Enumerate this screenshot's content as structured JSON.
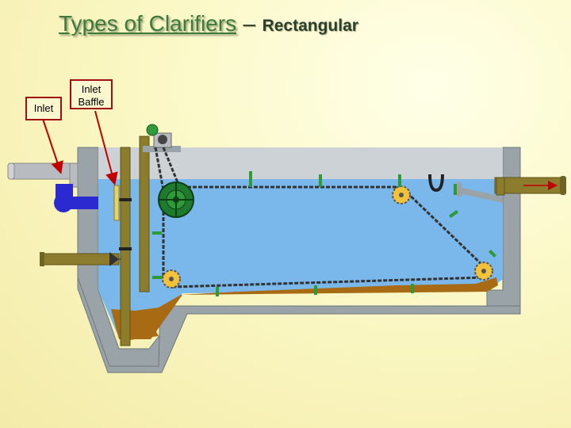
{
  "title": {
    "main": "Types of Clarifiers",
    "dash": "–",
    "sub": "Rectangular"
  },
  "labels": {
    "inlet": "Inlet",
    "inlet_baffle_line1": "Inlet",
    "inlet_baffle_line2": "Baffle"
  },
  "colors": {
    "water": "#7ab8ec",
    "concrete": "#9aa3a8",
    "sludge": "#a86a12",
    "pipe_olive": "#8b7d2c",
    "pipe_gray": "#b8bcc0",
    "pipe_blue": "#2a2ad0",
    "flights": "#2e9a3a",
    "sprocket": "#f2c23a",
    "drive_wheel": "#1f7a2e",
    "arrow_red": "#c00000"
  }
}
